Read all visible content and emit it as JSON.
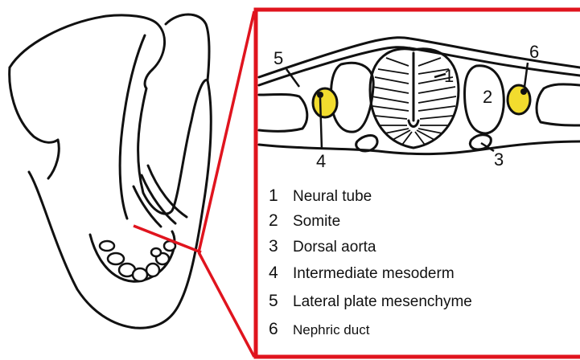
{
  "callouts": [
    "5",
    "6",
    "1",
    "2",
    "4",
    "3"
  ],
  "legend": [
    {
      "num": "1",
      "label": "Neural tube"
    },
    {
      "num": "2",
      "label": "Somite"
    },
    {
      "num": "3",
      "label": "Dorsal aorta"
    },
    {
      "num": "4",
      "label": "Intermediate mesoderm"
    },
    {
      "num": "5",
      "label": "Lateral plate mesenchyme"
    },
    {
      "num": "6",
      "label": "Nephric duct"
    }
  ],
  "colors": {
    "frame": "#e0141e",
    "duct_fill": "#f2dc2e",
    "ink": "#111111"
  }
}
